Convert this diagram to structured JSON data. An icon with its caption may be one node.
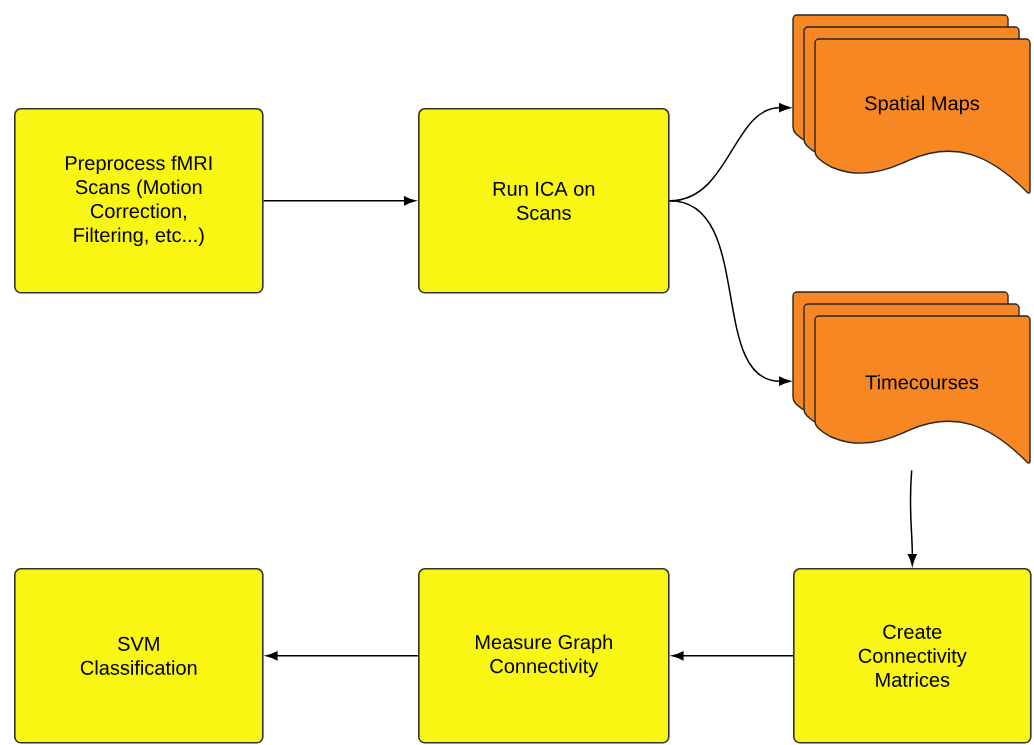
{
  "diagram": {
    "nodes": [
      {
        "text": [
          "Preprocess fMRI Scans (Motion Correction, Filtering, etc...)"
        ]
      },
      {
        "text": [
          "Run ICA on Scans"
        ]
      },
      {
        "text": [
          "Spatial Maps"
        ]
      },
      {
        "text": [
          "Timecourses"
        ]
      },
      {
        "text": [
          "Create Connectivity Matrices"
        ]
      },
      {
        "text": [
          "Measure Graph Connectivity"
        ]
      },
      {
        "text": [
          "SVM Classification"
        ]
      }
    ],
    "edges": [
      {
        "from": 0,
        "to": 1,
        "arrow": "to"
      },
      {
        "from": 1,
        "to": 2,
        "arrow": "to"
      },
      {
        "from": 1,
        "to": 3,
        "arrow": "to"
      },
      {
        "from": 3,
        "to": 4,
        "arrow": "to"
      },
      {
        "from": 4,
        "to": 5,
        "arrow": "to"
      },
      {
        "from": 5,
        "to": 6,
        "arrow": "to"
      }
    ]
  }
}
